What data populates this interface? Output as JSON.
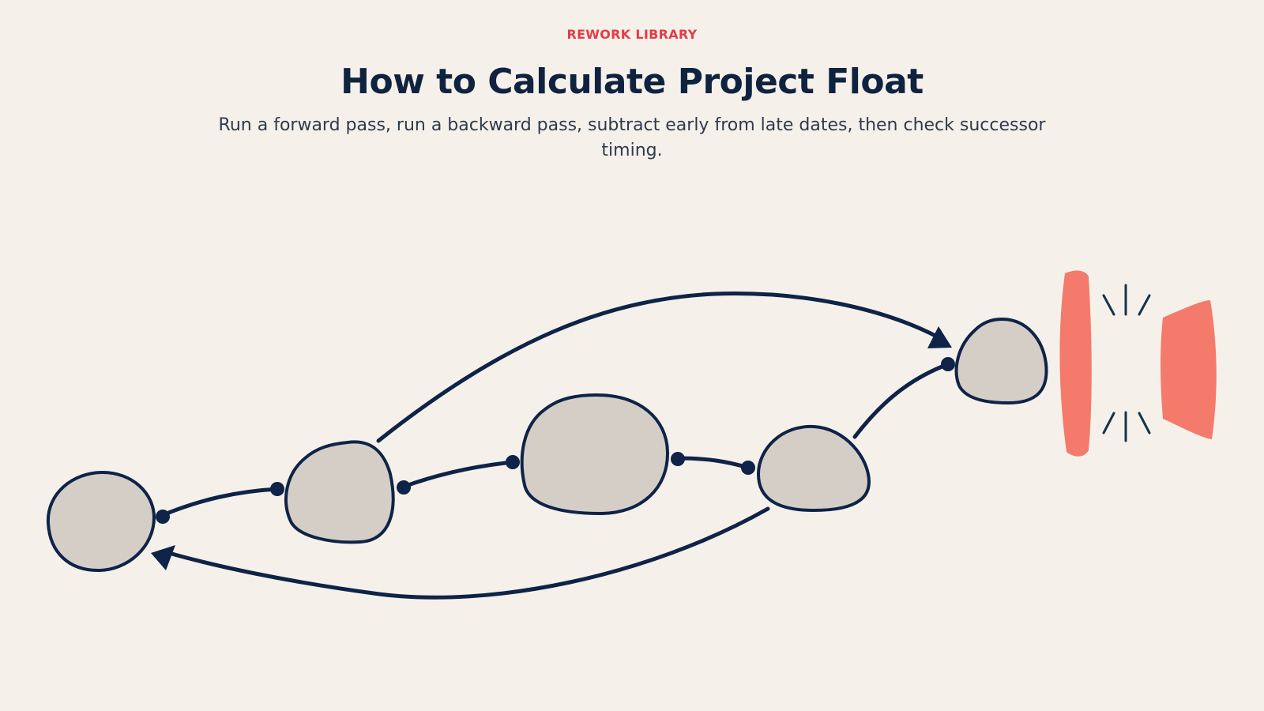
{
  "header": {
    "eyebrow": "REWORK LIBRARY",
    "title": "How to Calculate Project Float",
    "subtitle": "Run a forward pass, run a backward pass, subtract early from late dates, then check successor timing."
  },
  "diagram": {
    "nodes": [
      "activity-1",
      "activity-2",
      "activity-3",
      "activity-4",
      "activity-5"
    ],
    "links": [
      "activity-1 → activity-2",
      "activity-2 → activity-3",
      "activity-3 → activity-4",
      "activity-4 → activity-5"
    ],
    "forward_arrow": "activity-2 → activity-5",
    "backward_arrow": "activity-4 → activity-1",
    "blocker": "red barrier after activity-5"
  },
  "colors": {
    "background": "#f5f1ea",
    "accent": "#e63b46",
    "ink": "#0e2347",
    "node_fill": "#d5cec6",
    "barrier": "#f47a6b"
  }
}
